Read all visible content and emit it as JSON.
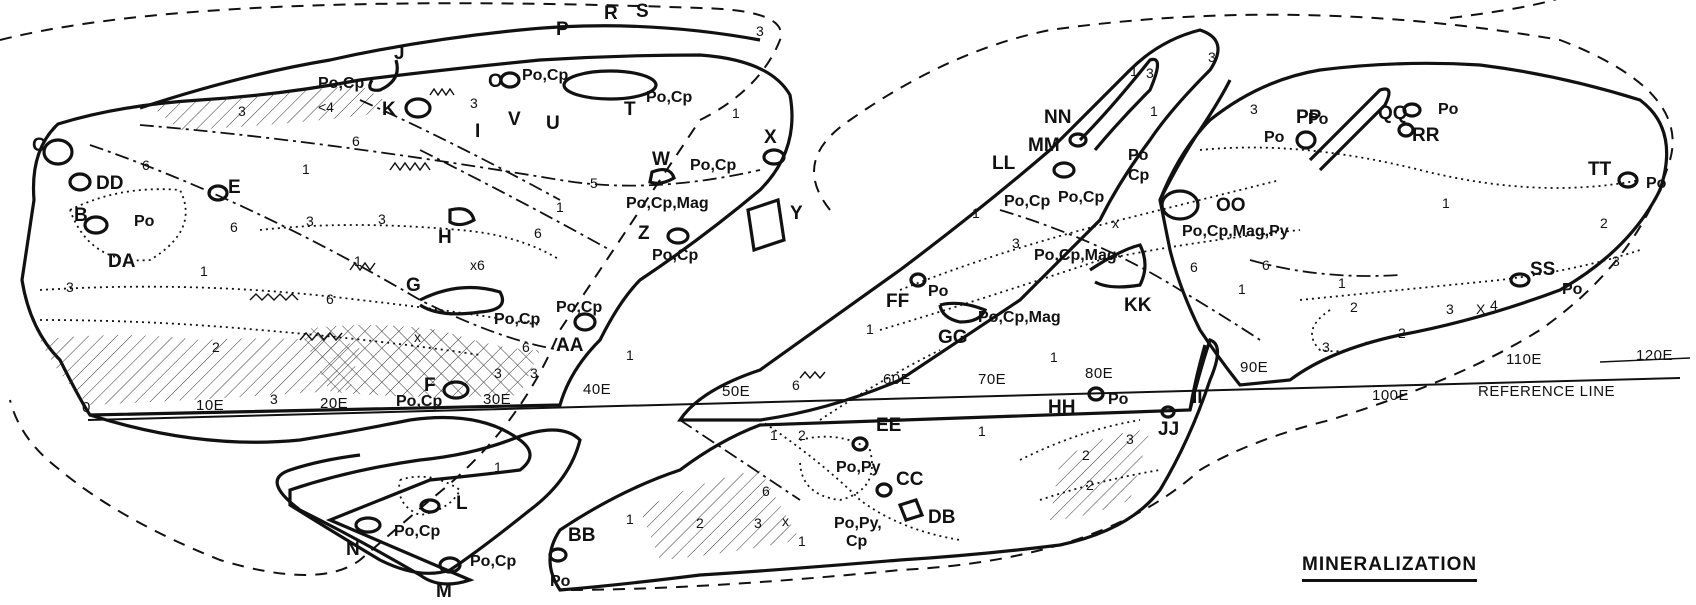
{
  "title": "MINERALIZATION",
  "reference_line_label": "REFERENCE LINE",
  "scale_ticks": [
    "0",
    "10E",
    "20E",
    "30E",
    "40E",
    "50E",
    "60E",
    "70E",
    "80E",
    "90E",
    "100E",
    "110E",
    "120E"
  ],
  "deposits": [
    "C",
    "DD",
    "E",
    "B",
    "DA",
    "G",
    "H",
    "I",
    "J",
    "K",
    "L",
    "M",
    "N",
    "O",
    "P",
    "R",
    "S",
    "T",
    "U",
    "V",
    "W",
    "X",
    "Y",
    "Z",
    "AA",
    "BB",
    "CC",
    "DB",
    "EE",
    "F",
    "FF",
    "GG",
    "HH",
    "II",
    "JJ",
    "KK",
    "LL",
    "MM",
    "NN",
    "OO",
    "PP",
    "QQ",
    "RR",
    "SS",
    "TT"
  ],
  "mineral_labels": [
    "Po",
    "Po,Cp",
    "Po,Cp",
    "Po,Cp",
    "Po,Cp",
    "Po,Cp,Mag",
    "Po,Cp",
    "Po,Cp",
    "Po,Cp",
    "Po,Cp",
    "Po,Cp",
    "Po,Cp",
    "Po,Cp",
    "Po",
    "Po,Py",
    "Po,Py,",
    "Cp",
    "Po",
    "Po,Cp,Mag",
    "Po",
    "Po",
    "Cp",
    "Po,Cp",
    "Po,Cp,Mag,Py",
    "Po,Cp,Mag",
    "Po",
    "Po",
    "Po",
    "Po",
    "Po"
  ],
  "zone_numbers": [
    "3",
    "3",
    "<4",
    "3",
    "6",
    "1",
    "6",
    "6",
    "3",
    "5",
    "1",
    "1",
    "6",
    "x6",
    "1",
    "3",
    "6",
    "3",
    "2",
    "3",
    "6",
    "3",
    "3",
    "1",
    "1",
    "1",
    "2",
    "3",
    "6",
    "1",
    "1",
    "6",
    "2",
    "1",
    "2",
    "2",
    "3",
    "1",
    "1",
    "3",
    "3",
    "6",
    "1",
    "1",
    "3",
    "1",
    "2",
    "3",
    "3",
    "2",
    "3",
    "X",
    "4",
    "2",
    "1",
    "6",
    "x",
    "1",
    "1",
    "3",
    "x",
    "1",
    "x"
  ]
}
